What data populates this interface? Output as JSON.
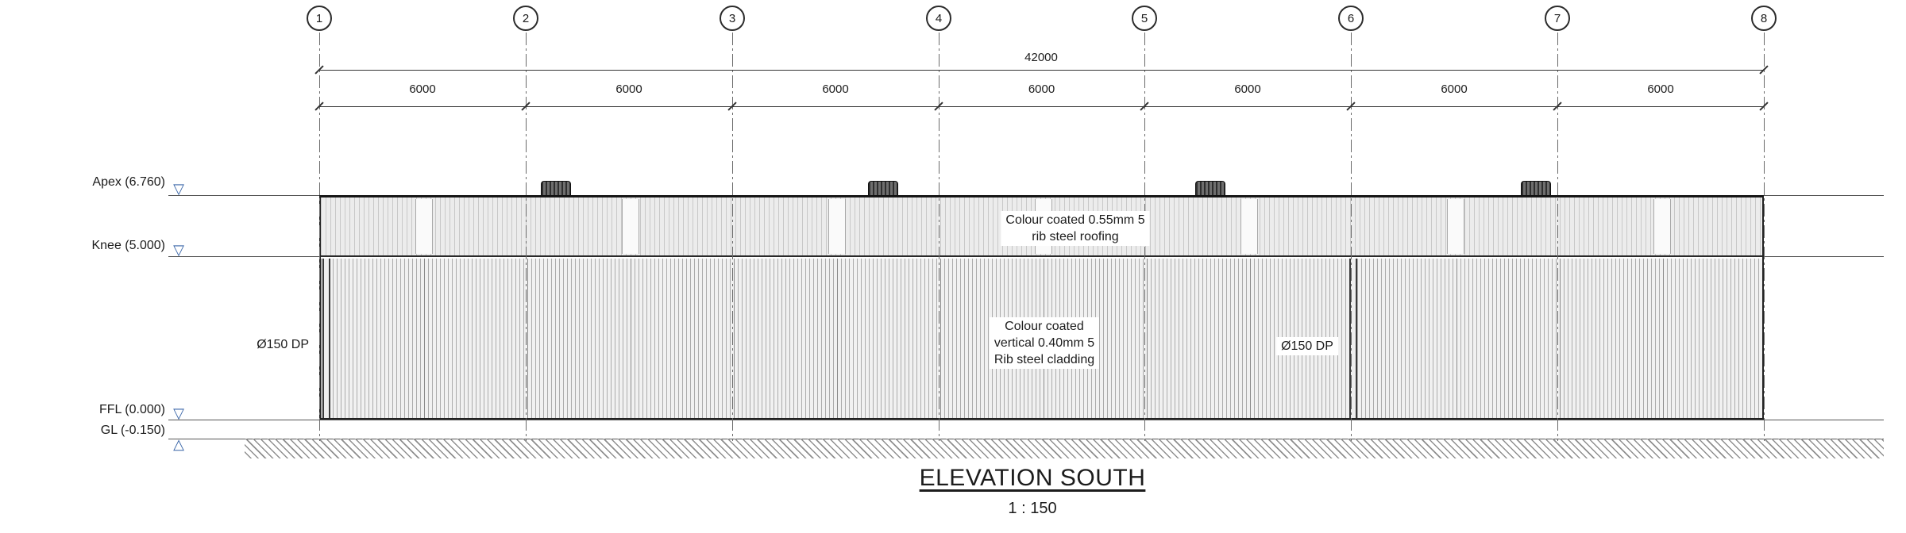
{
  "drawing": {
    "title": "ELEVATION SOUTH",
    "scale": "1 : 150"
  },
  "grid": {
    "bubbles": [
      "1",
      "2",
      "3",
      "4",
      "5",
      "6",
      "7",
      "8"
    ]
  },
  "dimensions": {
    "overall": "42000",
    "bays": [
      "6000",
      "6000",
      "6000",
      "6000",
      "6000",
      "6000",
      "6000"
    ]
  },
  "levels": [
    {
      "name": "apex",
      "label": "Apex (6.760)",
      "marker": "▽"
    },
    {
      "name": "knee",
      "label": "Knee (5.000)",
      "marker": "▽"
    },
    {
      "name": "ffl",
      "label": "FFL (0.000)",
      "marker": "▽"
    },
    {
      "name": "gl",
      "label": "GL (-0.150)",
      "marker": "△"
    }
  ],
  "annotations": {
    "roofing": [
      "Colour coated 0.55mm 5",
      "rib steel roofing"
    ],
    "cladding": [
      "Colour coated",
      "vertical 0.40mm 5",
      "Rib steel cladding"
    ],
    "downpipe_left": "Ø150 DP",
    "downpipe_mid": "Ø150 DP"
  },
  "colors": {
    "line": "#2b2b2b",
    "level_marker": "#3a66a8",
    "cladding_fill": "#f1f1f1"
  }
}
